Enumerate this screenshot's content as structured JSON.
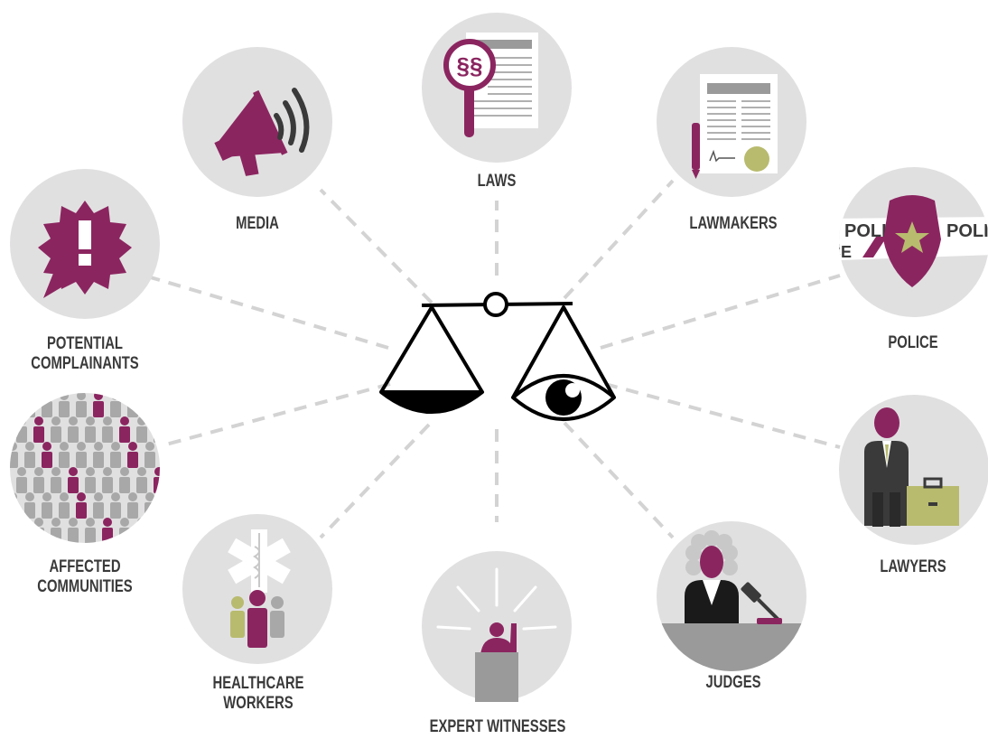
{
  "colors": {
    "accent": "#8b2560",
    "circle": "#e1e0e1",
    "olive": "#b8bb6e",
    "dark": "#3a3a3a",
    "gray": "#8f8f8f",
    "connector": "#d3d3d3"
  },
  "center": {
    "icon": "scales-of-justice-with-eye-icon"
  },
  "nodes": [
    {
      "id": "laws",
      "lines": [
        "LAWS"
      ],
      "icon": "magnifier-document-icon"
    },
    {
      "id": "lawmakers",
      "lines": [
        "LAWMAKERS"
      ],
      "icon": "signed-document-icon"
    },
    {
      "id": "police",
      "lines": [
        "POLICE"
      ],
      "icon": "police-badge-icon",
      "icon_text": "POLICE"
    },
    {
      "id": "lawyers",
      "lines": [
        "LAWYERS"
      ],
      "icon": "lawyer-briefcase-icon"
    },
    {
      "id": "judges",
      "lines": [
        "JUDGES"
      ],
      "icon": "judge-gavel-icon"
    },
    {
      "id": "expert-witnesses",
      "lines": [
        "EXPERT WITNESSES"
      ],
      "icon": "witness-podium-icon"
    },
    {
      "id": "healthcare-workers",
      "lines": [
        "HEALTHCARE",
        "WORKERS"
      ],
      "icon": "medical-star-people-icon"
    },
    {
      "id": "affected-communities",
      "lines": [
        "AFFECTED",
        "COMMUNITIES"
      ],
      "icon": "crowd-icon"
    },
    {
      "id": "potential-complainants",
      "lines": [
        "POTENTIAL",
        "COMPLAINANTS"
      ],
      "icon": "exclamation-burst-icon"
    },
    {
      "id": "media",
      "lines": [
        "MEDIA"
      ],
      "icon": "megaphone-icon"
    }
  ]
}
